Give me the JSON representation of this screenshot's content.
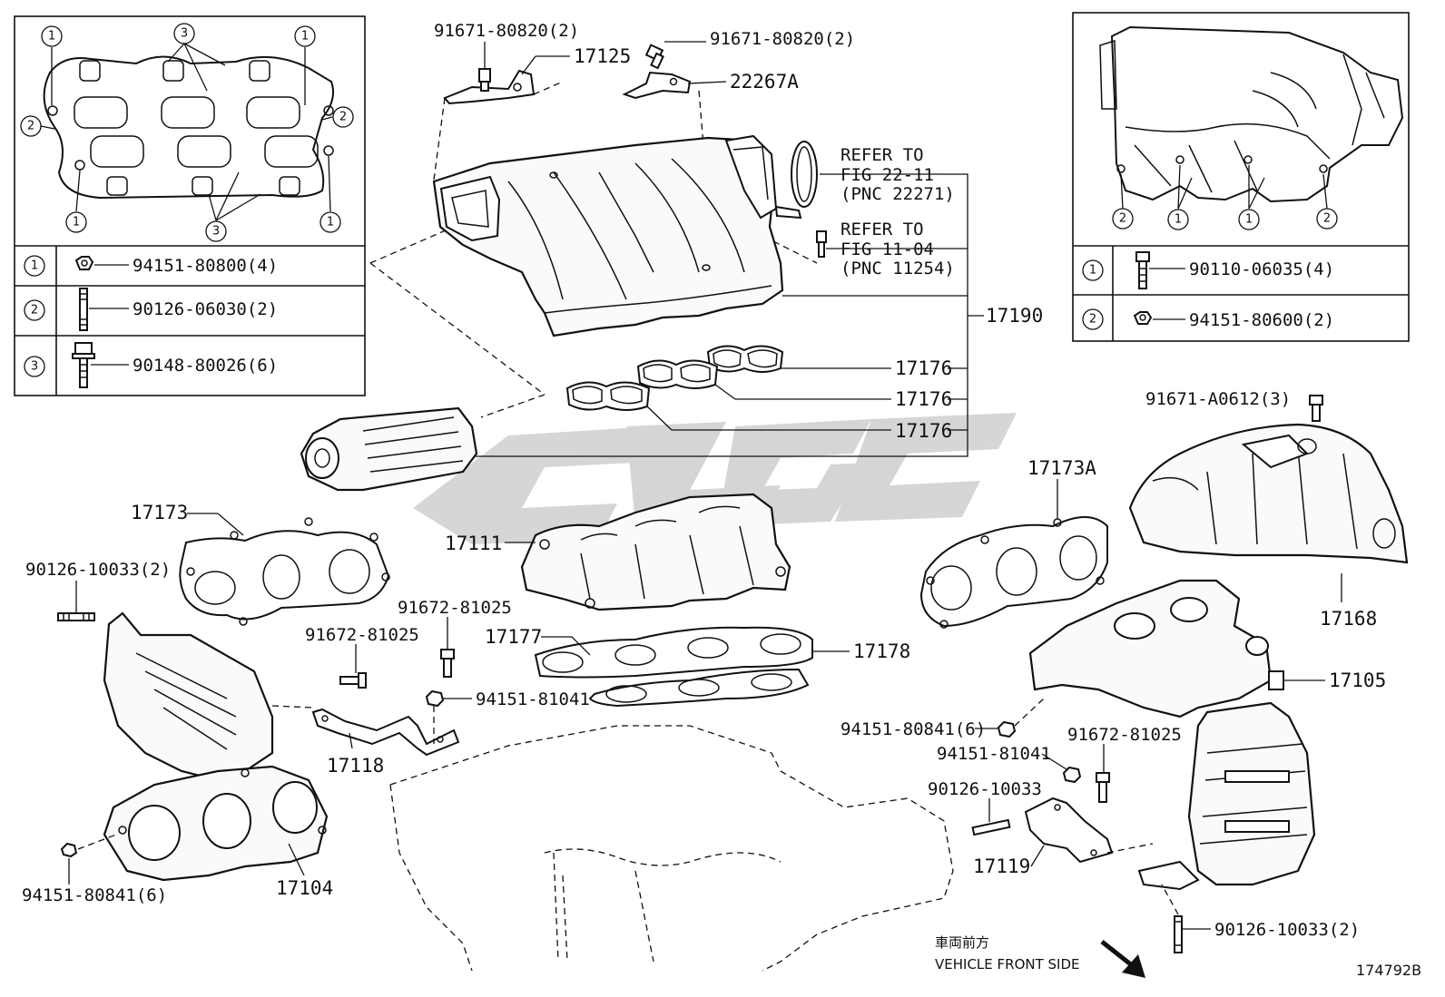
{
  "figure_id": "174792B",
  "watermark": "CLGC",
  "front_note": {
    "jp": "車両前方",
    "en": "VEHICLE FRONT SIDE"
  },
  "inset_left": {
    "rows": [
      {
        "key": "1",
        "part": "94151-80800(4)"
      },
      {
        "key": "2",
        "part": "90126-06030(2)"
      },
      {
        "key": "3",
        "part": "90148-80026(6)"
      }
    ],
    "callouts": [
      "1",
      "2",
      "3"
    ]
  },
  "inset_right": {
    "rows": [
      {
        "key": "1",
        "part": "90110-06035(4)"
      },
      {
        "key": "2",
        "part": "94151-80600(2)"
      }
    ],
    "callouts": [
      "1",
      "2"
    ]
  },
  "labels": {
    "p91671_80820_a": "91671-80820(2)",
    "p91671_80820_b": "91671-80820(2)",
    "p17125": "17125",
    "p22267A": "22267A",
    "refer1_l1": "REFER TO",
    "refer1_l2": "FIG 22-11",
    "refer1_l3": "(PNC 22271)",
    "refer2_l1": "REFER TO",
    "refer2_l2": "FIG 11-04",
    "refer2_l3": "(PNC 11254)",
    "p17190": "17190",
    "p17176_a": "17176",
    "p17176_b": "17176",
    "p17176_c": "17176",
    "p91671_A0612": "91671-A0612(3)",
    "p17173A": "17173A",
    "p17168": "17168",
    "p17105": "17105",
    "p17173": "17173",
    "p17111": "17111",
    "p90126_10033_a": "90126-10033(2)",
    "p91672_81025_a": "91672-81025",
    "p91672_81025_b": "91672-81025",
    "p17177": "17177",
    "p17178": "17178",
    "p94151_81041_a": "94151-81041",
    "p17118": "17118",
    "p94151_80841_a": "94151-80841(6)",
    "p94151_81041_b": "94151-81041",
    "p91672_81025_c": "91672-81025",
    "p90126_10033_b": "90126-10033",
    "p17119": "17119",
    "p17104": "17104",
    "p94151_80841_b": "94151-80841(6)",
    "p90126_10033_c": "90126-10033(2)"
  }
}
